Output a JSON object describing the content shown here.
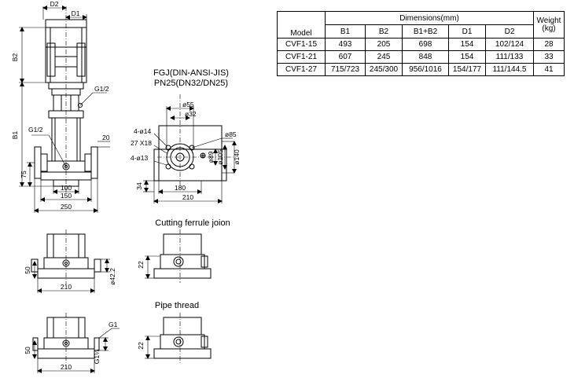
{
  "table": {
    "header_model": "Model",
    "header_dimensions": "Dimensions(mm)",
    "header_weight_line1": "Weight",
    "header_weight_line2": "(kg)",
    "columns": [
      "B1",
      "B2",
      "B1+B2",
      "D1",
      "D2"
    ],
    "rows": [
      {
        "model": "CVF1-15",
        "b1": "493",
        "b2": "205",
        "b1b2": "698",
        "d1": "154",
        "d2": "102/124",
        "weight": "28"
      },
      {
        "model": "CVF1-21",
        "b1": "607",
        "b2": "245",
        "b1b2": "848",
        "d1": "154",
        "d2": "111/133",
        "weight": "33"
      },
      {
        "model": "CVF1-27",
        "b1": "715/723",
        "b2": "245/300",
        "b1b2": "956/1016",
        "d1": "154/177",
        "d2": "111/144.5",
        "weight": "41"
      }
    ]
  },
  "drawing": {
    "flange_title_line1": "FGJ(DIN-ANSI-JIS)",
    "flange_title_line2": "PN25(DN32/DN25)",
    "cutting_caption": "Cutting ferrule joion",
    "pipe_caption": "Pipe thread",
    "labels": {
      "d2": "D2",
      "d1": "D1",
      "b2": "B2",
      "b1": "B1",
      "g12_top": "G1/2",
      "g12_left": "G1/2",
      "dim_20": "20",
      "dim_75": "75",
      "dim_100": "100",
      "dim_150": "150",
      "dim_250": "250",
      "phi55": "ø55",
      "phi32": "ø32",
      "bolt_4x14": "4-ø14",
      "slot_27x18": "27 X18",
      "bolt_4x13": "4-ø13",
      "phi85": "ø85",
      "phi89": "ø89",
      "phi105": "ø105",
      "phi140": "ø140",
      "dim_34": "34",
      "dim_180": "180",
      "dim_210": "210",
      "dim_50a": "50",
      "phi42": "ø42.2",
      "dim_210a": "210",
      "dim_22a": "22",
      "g1": "G1",
      "dim_50b": "50",
      "g114": "G1¼",
      "dim_210b": "210",
      "dim_22b": "22"
    }
  }
}
